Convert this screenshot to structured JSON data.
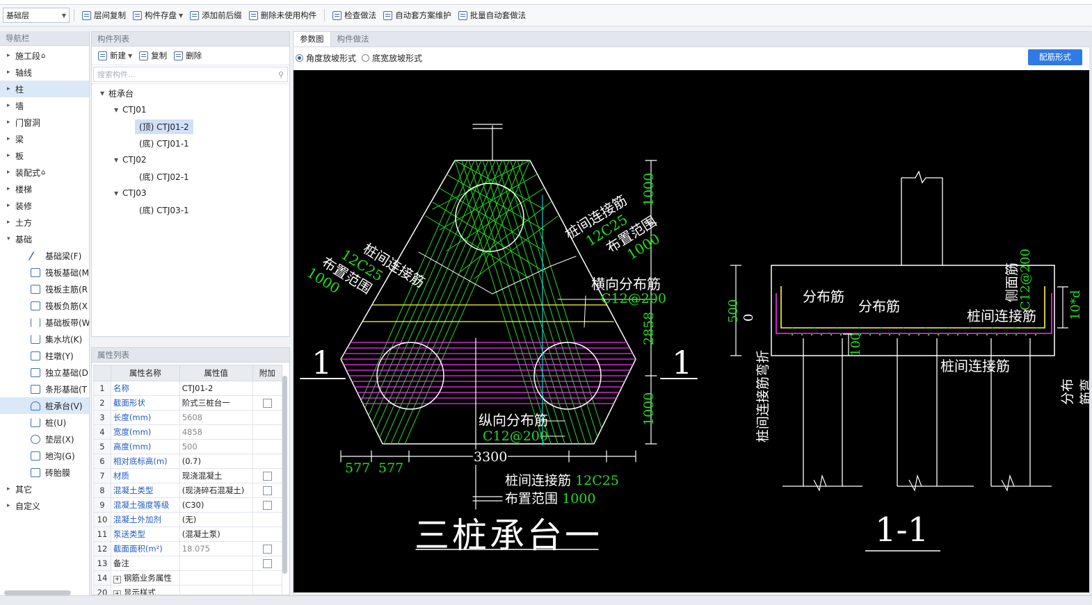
{
  "toolbar": {
    "floor": "基础层",
    "buttons": [
      "层间复制",
      "构件存盘",
      "添加前后缀",
      "删除未使用构件",
      "检查做法",
      "自动套方案维护",
      "批量自动套做法"
    ]
  },
  "nav": {
    "title": "导航栏",
    "items": [
      "施工段",
      "轴线",
      "柱",
      "墙",
      "门窗洞",
      "梁",
      "板",
      "装配式",
      "楼梯",
      "装修",
      "土方",
      "基础"
    ],
    "sub_items": [
      "基础梁(F)",
      "筏板基础(M",
      "筏板主筋(R",
      "筏板负筋(X",
      "基础板带(W",
      "集水坑(K)",
      "柱墩(Y)",
      "独立基础(D",
      "条形基础(T",
      "桩承台(V)",
      "桩(U)",
      "垫层(X)",
      "地沟(G)",
      "砖胎膜"
    ],
    "bottom_items": [
      "其它",
      "自定义"
    ]
  },
  "components": {
    "title": "构件列表",
    "new_label": "新建",
    "copy_label": "复制",
    "delete_label": "删除",
    "search_placeholder": "搜索构件...",
    "root": "桩承台",
    "groups": [
      {
        "name": "CTJ01",
        "leaves": [
          "(顶) CTJ01-2",
          "(底) CTJ01-1"
        ]
      },
      {
        "name": "CTJ02",
        "leaves": [
          "(底) CTJ02-1"
        ]
      },
      {
        "name": "CTJ03",
        "leaves": [
          "(底) CTJ03-1"
        ]
      }
    ]
  },
  "properties": {
    "title": "属性列表",
    "headers": [
      "属性名称",
      "属性值",
      "附加"
    ],
    "rows": [
      {
        "num": "1",
        "name": "名称",
        "value": "CTJ01-2"
      },
      {
        "num": "2",
        "name": "截面形状",
        "value": "阶式三桩台一"
      },
      {
        "num": "3",
        "name": "长度(mm)",
        "value": "5608"
      },
      {
        "num": "4",
        "name": "宽度(mm)",
        "value": "4858"
      },
      {
        "num": "5",
        "name": "高度(mm)",
        "value": "500"
      },
      {
        "num": "6",
        "name": "相对底标高(m)",
        "value": "(0.7)"
      },
      {
        "num": "7",
        "name": "材质",
        "value": "现浇混凝土"
      },
      {
        "num": "8",
        "name": "混凝土类型",
        "value": "(现浇碎石混凝土)"
      },
      {
        "num": "9",
        "name": "混凝土强度等级",
        "value": "(C30)"
      },
      {
        "num": "10",
        "name": "混凝土外加剂",
        "value": "(无)"
      },
      {
        "num": "11",
        "name": "泵送类型",
        "value": "(混凝土泵)"
      },
      {
        "num": "12",
        "name": "截面面积(m²)",
        "value": "18.075"
      },
      {
        "num": "13",
        "name": "备注",
        "value": ""
      },
      {
        "num": "14",
        "name": "钢筋业务属性",
        "value": ""
      },
      {
        "num": "20",
        "name": "显示样式",
        "value": ""
      }
    ]
  },
  "right": {
    "tabs": [
      "参数图",
      "构件做法"
    ],
    "radio1": "角度放坡形式",
    "radio2": "底宽放坡形式",
    "button": "配筋形式"
  },
  "drawing": {
    "plan": {
      "title": "三桩承台一",
      "section_mark": "1",
      "label_left_1": "桩间连接筋",
      "label_left_2": "12C25",
      "label_left_3": "布置范围",
      "label_left_4": "1000",
      "label_right_1": "桩间连接筋",
      "label_right_2": "12C25",
      "label_right_3": "布置范围",
      "label_right_4": "1000",
      "hdist_label": "横向分布筋",
      "hdist_value": "C12@200",
      "vdist_label": "纵向分布筋",
      "vdist_value": "C12@200",
      "dim_top": "1000",
      "dim_mid": "2858",
      "dim_bottom": "1000",
      "dim_3300": "3300",
      "dim_577a": "577",
      "dim_577b": "577",
      "bottom_label_1": "桩间连接筋",
      "bottom_value_1": "12C25",
      "bottom_label_2": "布置范围",
      "bottom_value_2": "1000"
    },
    "section": {
      "title": "1-1",
      "fb1": "分布筋",
      "fb2": "分布筋",
      "side_label": "侧面筋",
      "side_value": "C12@200",
      "conn_label": "桩间连接筋",
      "conn_label2": "桩间连接筋",
      "left_vertical": "桩间连接筋弯折",
      "right_vertical": "分布筋弯折",
      "dim_500": "500",
      "dim_0": "0",
      "dim_100": "100",
      "dim_10d": "10*d"
    }
  }
}
